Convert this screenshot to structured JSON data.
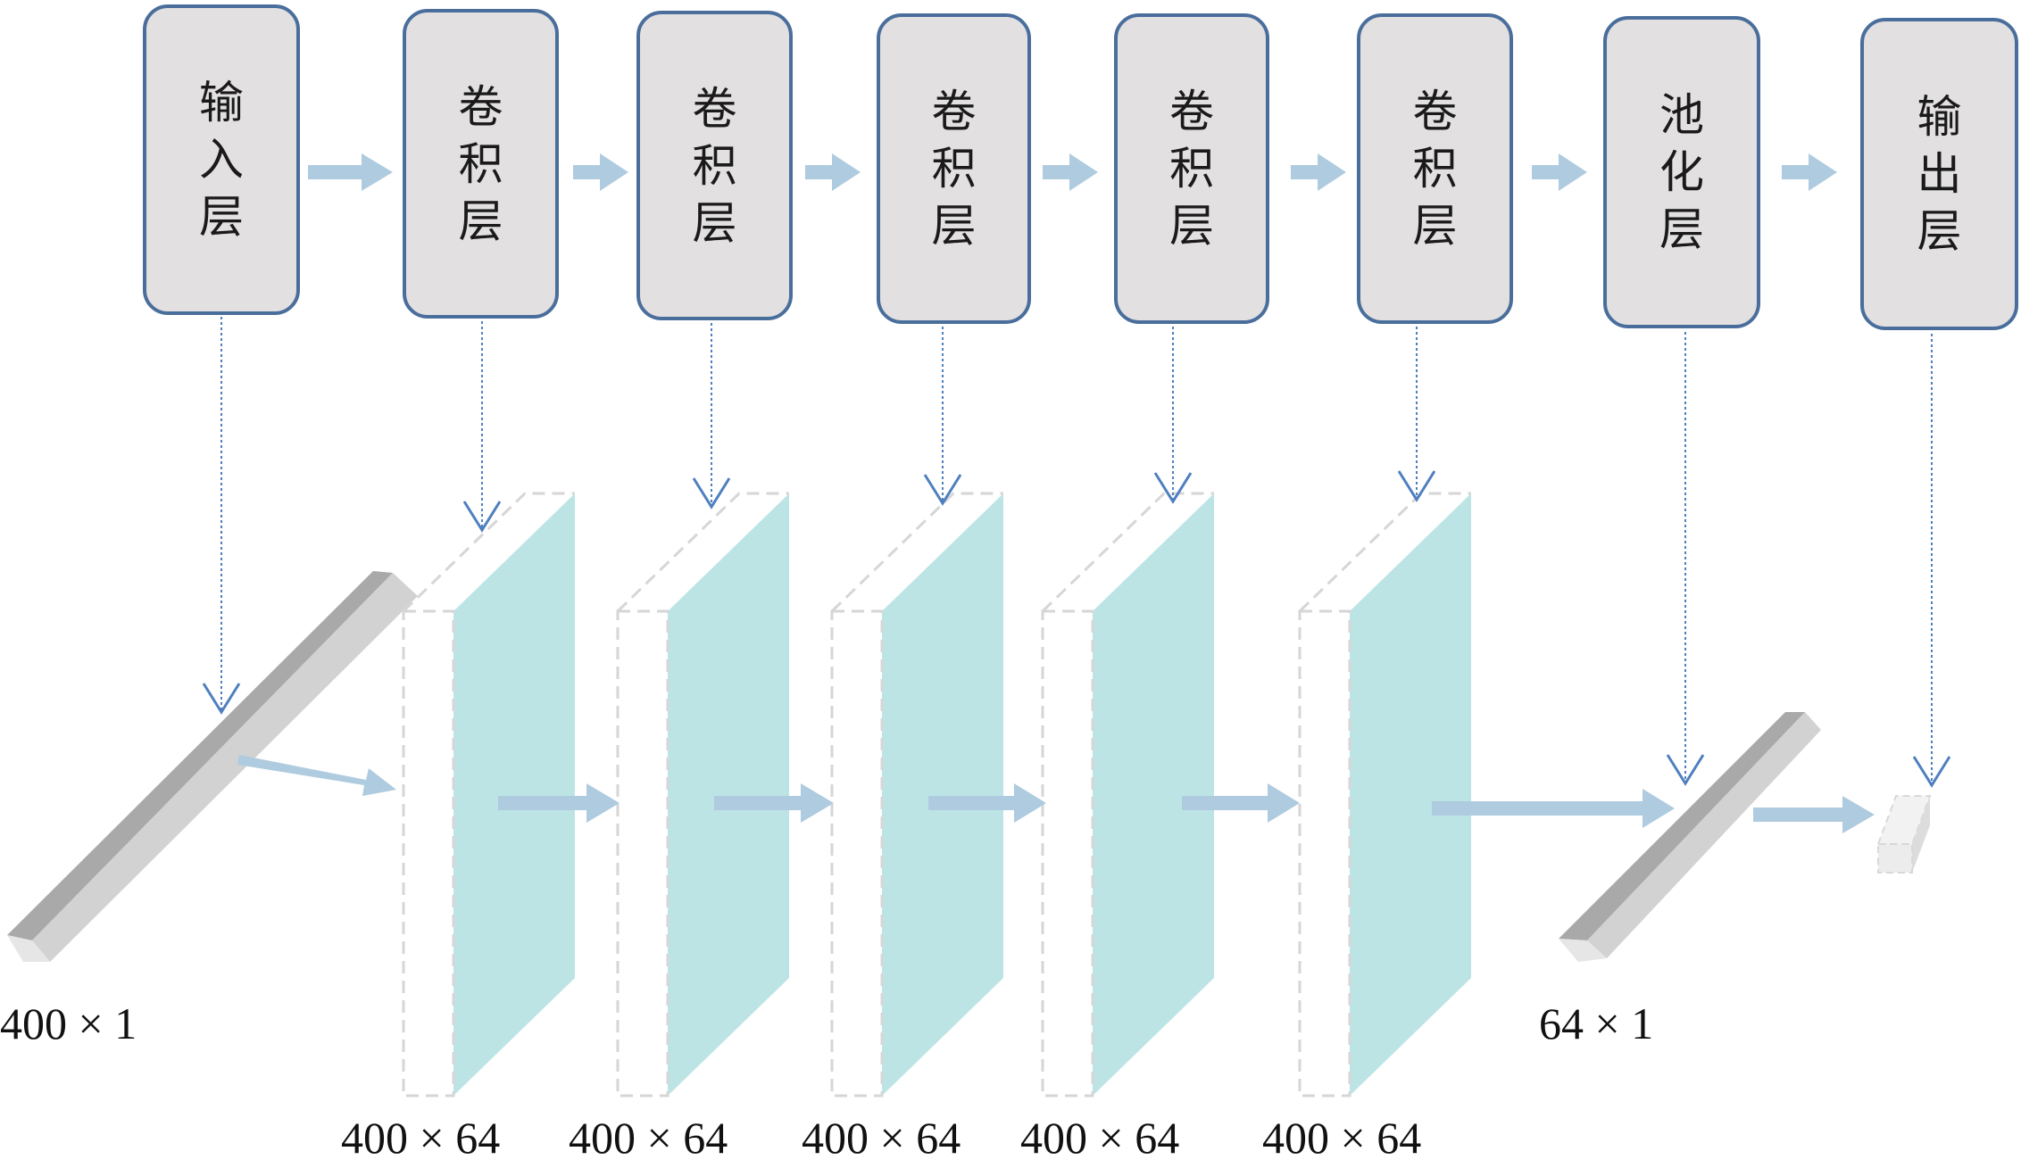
{
  "diagram": {
    "title": "1D CNN architecture",
    "layers": [
      {
        "id": "input",
        "label": "输入层",
        "chars": [
          "输",
          "入",
          "层"
        ]
      },
      {
        "id": "conv1",
        "label": "卷积层",
        "chars": [
          "卷",
          "积",
          "层"
        ]
      },
      {
        "id": "conv2",
        "label": "卷积层",
        "chars": [
          "卷",
          "积",
          "层"
        ]
      },
      {
        "id": "conv3",
        "label": "卷积层",
        "chars": [
          "卷",
          "积",
          "层"
        ]
      },
      {
        "id": "conv4",
        "label": "卷积层",
        "chars": [
          "卷",
          "积",
          "层"
        ]
      },
      {
        "id": "conv5",
        "label": "卷积层",
        "chars": [
          "卷",
          "积",
          "层"
        ]
      },
      {
        "id": "pool",
        "label": "池化层",
        "chars": [
          "池",
          "化",
          "层"
        ]
      },
      {
        "id": "output",
        "label": "输出层",
        "chars": [
          "输",
          "出",
          "层"
        ]
      }
    ],
    "dimensions": {
      "input": "400 × 1",
      "conv1": "400 × 64",
      "conv2": "400 × 64",
      "conv3": "400 × 64",
      "conv4": "400 × 64",
      "conv5": "400 × 64",
      "pool": "64 × 1"
    },
    "colors": {
      "box_border": "#4a6e9c",
      "box_fill": "#e2e0e0",
      "flow_arrow": "#aecbe0",
      "pointer_line": "#4f7fbf",
      "feature_map": "#bde4e4",
      "vector_dark": "#a9a9a9",
      "vector_light": "#d4d4d4"
    }
  }
}
